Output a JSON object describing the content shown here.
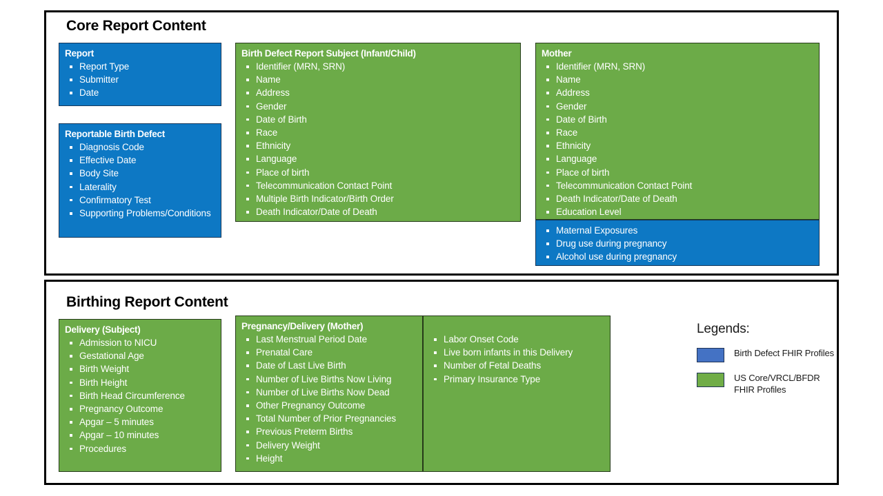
{
  "core_section": {
    "title": "Core Report Content",
    "boxes": {
      "report": {
        "heading": "Report",
        "color": "#0d78c4",
        "items": [
          "Report Type",
          "Submitter",
          "Date"
        ]
      },
      "reportable_birth_defect": {
        "heading": "Reportable Birth Defect",
        "color": "#0d78c4",
        "items": [
          "Diagnosis Code",
          "Effective Date",
          "Body Site",
          "Laterality",
          "Confirmatory Test",
          "Supporting Problems/Conditions"
        ]
      },
      "birth_defect_report_subject": {
        "heading": "Birth Defect Report Subject (Infant/Child)",
        "color": "#6cab48",
        "items": [
          "Identifier (MRN, SRN)",
          "Name",
          "Address",
          "Gender",
          "Date of Birth",
          "Race",
          "Ethnicity",
          "Language",
          "Place of birth",
          "Telecommunication Contact Point",
          "Multiple Birth Indicator/Birth Order",
          "Death Indicator/Date of Death"
        ]
      },
      "mother_core": {
        "heading": "Mother",
        "color": "#6cab48",
        "items": [
          "Identifier (MRN, SRN)",
          "Name",
          "Address",
          "Gender",
          "Date of Birth",
          "Race",
          "Ethnicity",
          "Language",
          "Place of birth",
          "Telecommunication Contact Point",
          "Death Indicator/Date of Death",
          "Education Level"
        ]
      },
      "mother_exposures": {
        "heading": "",
        "color": "#0d78c4",
        "items": [
          "Maternal Exposures",
          "Drug use during pregnancy",
          "Alcohol use during pregnancy"
        ]
      }
    }
  },
  "birthing_section": {
    "title": "Birthing Report Content",
    "boxes": {
      "delivery_subject": {
        "heading": "Delivery (Subject)",
        "color": "#6cab48",
        "items": [
          "Admission to NICU",
          "Gestational Age",
          "Birth Weight",
          "Birth Height",
          "Birth Head Circumference",
          "Pregnancy Outcome",
          "Apgar – 5 minutes",
          "Apgar – 10 minutes",
          "Procedures"
        ]
      },
      "pregnancy_delivery_mother": {
        "heading": "Pregnancy/Delivery (Mother)",
        "color": "#6cab48",
        "items": [
          "Last Menstrual Period Date",
          "Prenatal Care",
          "Date of Last Live Birth",
          "Number of Live Births Now Living",
          "Number of Live Births Now Dead",
          "Other Pregnancy Outcome",
          "Total Number of Prior Pregnancies",
          "Previous Preterm Births",
          "Delivery Weight",
          "Height"
        ]
      },
      "pregnancy_delivery_mother_cont": {
        "heading": "",
        "color": "#6cab48",
        "items": [
          "Labor Onset Code",
          "Live born infants in this Delivery",
          "Number of Fetal Deaths",
          "Primary Insurance Type"
        ]
      }
    }
  },
  "legends": {
    "title": "Legends:",
    "entries": [
      {
        "color": "#4472c4",
        "label": "Birth Defect FHIR Profiles"
      },
      {
        "color": "#70ad47",
        "label": "US Core/VRCL/BFDR\nFHIR Profiles"
      }
    ]
  }
}
